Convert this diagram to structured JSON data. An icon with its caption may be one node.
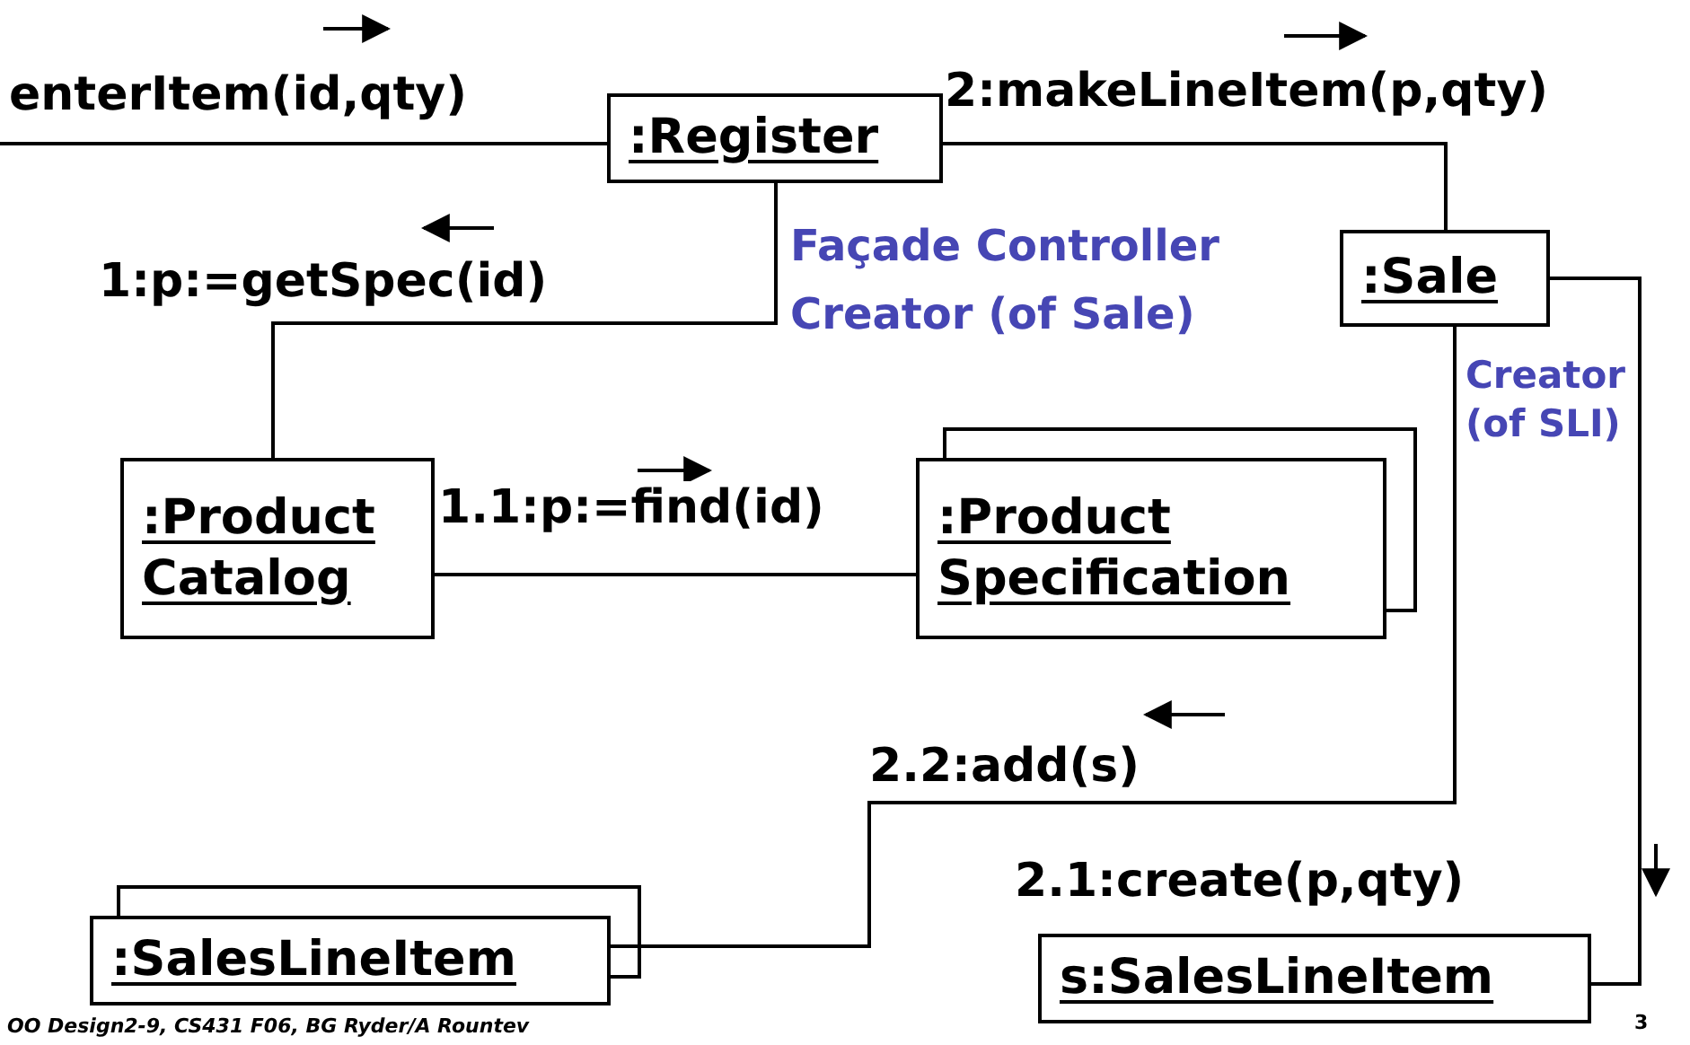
{
  "diagram": {
    "nodes": [
      {
        "text": [
          ":Register"
        ]
      },
      {
        "text": [
          ":Sale"
        ]
      },
      {
        "text": [
          ":Product Catalog"
        ]
      },
      {
        "text": [
          ":Product Specification"
        ]
      },
      {
        "text": [
          ":SalesLineItem"
        ]
      },
      {
        "text": [
          "s:SalesLineItem"
        ]
      }
    ],
    "edges": [
      {
        "from": null,
        "to": 0,
        "arrow": "none",
        "label": "enterItem(id,qty)"
      },
      {
        "from": 0,
        "to": 1,
        "arrow": "none",
        "label": "2:makeLineItem(p,qty)"
      },
      {
        "from": 0,
        "to": 2,
        "arrow": "none",
        "label": "1:p:=getSpec(id)"
      },
      {
        "from": 2,
        "to": 3,
        "arrow": "none",
        "label": "1.1:p:=find(id)"
      },
      {
        "from": 1,
        "to": 5,
        "arrow": "none",
        "label": "2.1:create(p,qty)"
      },
      {
        "from": 1,
        "to": 4,
        "arrow": "none",
        "label": "2.2:add(s)"
      }
    ],
    "labels": [
      "Façade Controller",
      "Creator (of Sale)",
      "Creator (of SLI)",
      "OO Design2-9, CS431 F06, BG Ryder/A Rountev",
      "3"
    ]
  }
}
